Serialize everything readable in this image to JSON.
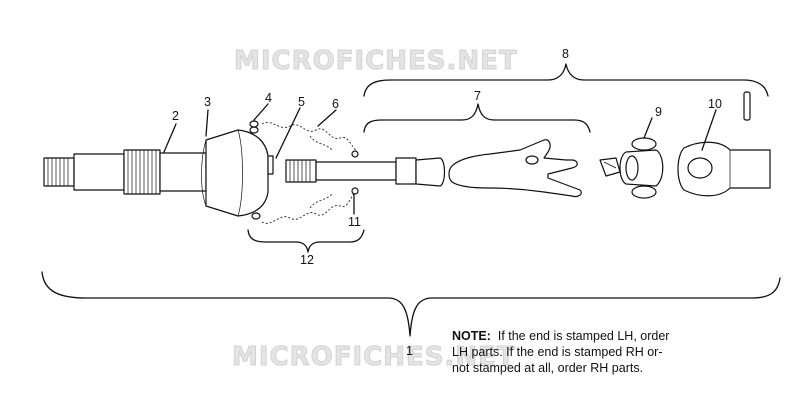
{
  "watermark": "MICROFICHES.NET",
  "callouts": {
    "c1": "1",
    "c2": "2",
    "c3": "3",
    "c4": "4",
    "c5": "5",
    "c6": "6",
    "c7": "7",
    "c8": "8",
    "c9": "9",
    "c10": "10",
    "c11": "11",
    "c12": "12"
  },
  "note": {
    "label": "NOTE:",
    "line1": "If the end is stamped LH, order",
    "line2": "LH parts.  If the end is stamped RH or-",
    "line3": "not stamped at all, order RH parts."
  }
}
